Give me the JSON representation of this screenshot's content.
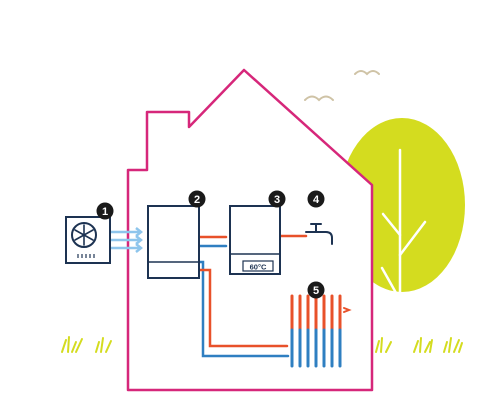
{
  "colors": {
    "house_outline": "#d6277a",
    "tree_canopy": "#d4dc1f",
    "tree_trunk": "#ffffff",
    "grass": "#d4dc1f",
    "bird": "#cfc3a6",
    "appliance_stroke": "#1d3352",
    "appliance_fill": "#ffffff",
    "cold_pipe": "#2f7fc1",
    "hot_pipe": "#e8512a",
    "air_flow": "#8ec5ec",
    "badge_fill": "#1a1a1a",
    "badge_text": "#ffffff"
  },
  "badges": [
    {
      "label": "1",
      "refers_to": "heat-pump-outdoor-unit"
    },
    {
      "label": "2",
      "refers_to": "heat-pump-indoor-unit"
    },
    {
      "label": "3",
      "refers_to": "hot-water-tank"
    },
    {
      "label": "4",
      "refers_to": "tap"
    },
    {
      "label": "5",
      "refers_to": "radiator"
    }
  ],
  "tank_display": "60°C",
  "icons": {
    "outdoor_unit": "fan-unit-icon",
    "tap": "water-tap-icon",
    "radiator": "radiator-icon",
    "tree": "tree-icon",
    "birds": "bird-icon",
    "grass": "grass-tuft-icon"
  }
}
